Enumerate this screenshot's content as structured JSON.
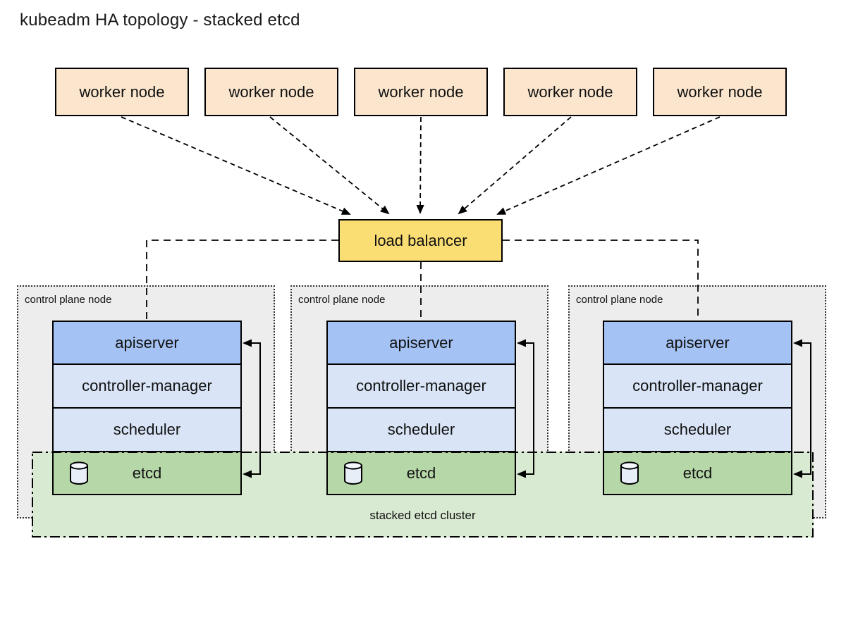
{
  "title": "kubeadm HA topology - stacked etcd",
  "workers": [
    {
      "label": "worker node"
    },
    {
      "label": "worker node"
    },
    {
      "label": "worker node"
    },
    {
      "label": "worker node"
    },
    {
      "label": "worker node"
    }
  ],
  "load_balancer": {
    "label": "load balancer"
  },
  "control_planes": [
    {
      "label": "control plane node",
      "components": [
        "apiserver",
        "controller-manager",
        "scheduler",
        "etcd"
      ]
    },
    {
      "label": "control plane node",
      "components": [
        "apiserver",
        "controller-manager",
        "scheduler",
        "etcd"
      ]
    },
    {
      "label": "control plane node",
      "components": [
        "apiserver",
        "controller-manager",
        "scheduler",
        "etcd"
      ]
    }
  ],
  "stacked_etcd": {
    "label": "stacked etcd cluster"
  },
  "icons": {
    "etcd_icon": "database-cylinder-icon"
  },
  "colors": {
    "worker_fill": "#fbe5cd",
    "load_balancer_fill": "#fade73",
    "apiserver_fill": "#a4c2f4",
    "component_fill": "#d9e5f7",
    "etcd_fill": "#b6d7a8",
    "etcd_cluster_fill": "#d9ead3",
    "control_plane_fill": "#ededed",
    "line_color": "#000000"
  }
}
